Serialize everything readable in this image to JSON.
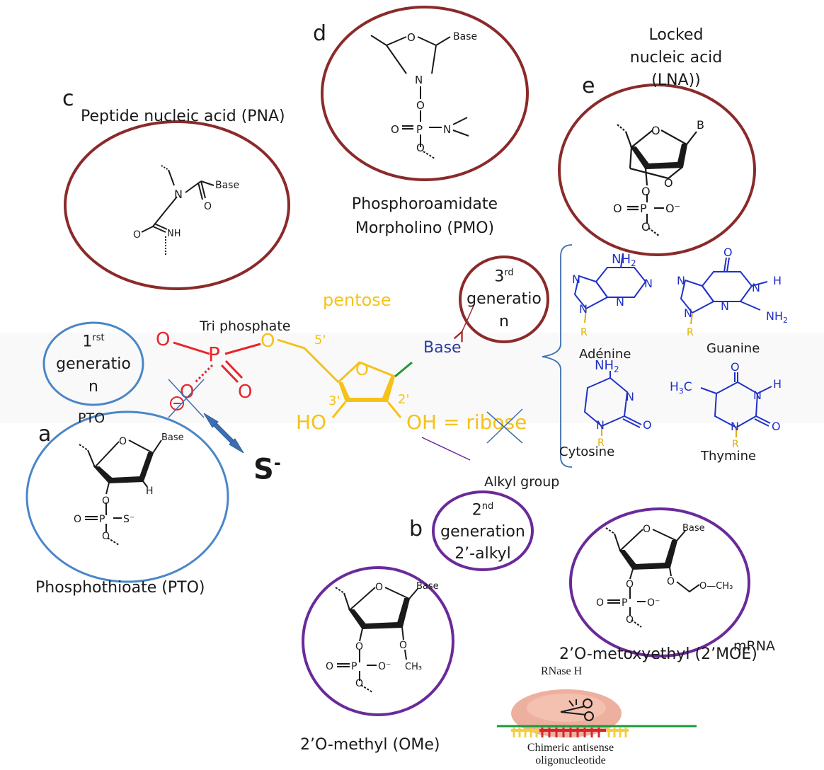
{
  "colors": {
    "maroon": "#8b2a2a",
    "blue_circle": "#4a86c8",
    "purple_circle": "#6a2a9a",
    "phosphate_red": "#e8252b",
    "pentose_yellow": "#f6c21a",
    "base_blue": "#2a3aa0",
    "nucleobase_blue": "#2030c8",
    "r_yellow": "#e0b000",
    "arrow_blue": "#3d6eb0",
    "green": "#1a9a3a"
  },
  "labels": {
    "c": "c",
    "d": "d",
    "e": "e",
    "a": "a",
    "b": "b",
    "pna": "Peptide nucleic acid (PNA)",
    "pmo_1": "Phosphoroamidate",
    "pmo_2": "Morpholino (PMO)",
    "lna_1": "Locked",
    "lna_2": "nucleic acid",
    "lna_3": "(LNA))",
    "third_num": "3",
    "third_sup": "rd",
    "third_1": "generatio",
    "third_2": "n",
    "first_num": "1",
    "first_sup": "rst",
    "first_1": "generatio",
    "first_2": "n",
    "pto_small": "PTO",
    "tri_phosphate": "Tri phosphate",
    "s_minus": "S",
    "s_sup": "-",
    "alkyl_group": "Alkyl group",
    "second_num": "2",
    "second_sup": "nd",
    "second_1": "generation",
    "second_2": "2’-alkyl",
    "pto_full": "Phosphothioate (PTO)",
    "ome": "2’O-methyl (OMe)",
    "moe": "2’O-metoxyethyl (2’MOE)",
    "mrna": "mRNA",
    "rnase": "RNase H",
    "chimeric_1": "Chimeric antisense",
    "chimeric_2": "oligonucleotide"
  },
  "nucleotide": {
    "pentose": "pentose",
    "base": "Base",
    "five_prime": "5'",
    "three_prime": "3'",
    "two_prime": "2'",
    "ho": "HO",
    "oh_eq": "OH = ri",
    "bose": "bose",
    "o": "O",
    "p": "P"
  },
  "bases": {
    "adenine": "Adénine",
    "guanine": "Guanine",
    "cytosine": "Cytosine",
    "thymine": "Thymine",
    "nh2": "NH",
    "nh2_sub": "2",
    "h3c": "H",
    "h3c_sub": "3",
    "c_letter": "C",
    "n": "N",
    "h": "H",
    "o": "O",
    "r": "R"
  },
  "structures": {
    "base": "Base",
    "b": "B",
    "n": "N",
    "o": "O",
    "p": "P",
    "nh": "NH",
    "s_minus": "S⁻",
    "o_minus": "O⁻",
    "h": "H",
    "ch3": "CH₃",
    "o_ch3": "O—CH₃"
  }
}
